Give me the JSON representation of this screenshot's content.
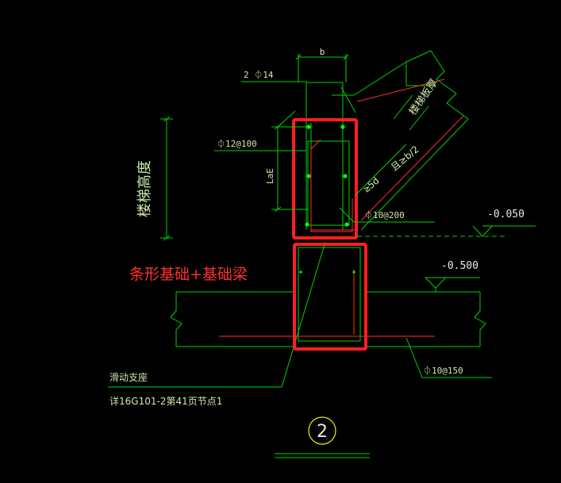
{
  "colors": {
    "background": "#000000",
    "geometry": "#00d400",
    "rebar": "#ff2a2a",
    "highlight": "#ff1f1f",
    "text_white": "#e8e8e8",
    "text_green": "#cfe9a8",
    "annotation_red": "#ff3030",
    "circle_yellow": "#f0f000"
  },
  "labels": {
    "dim_b": "b",
    "top_bars": "2 ⏀14",
    "stirrup_col": "⏀12@100",
    "lae": "LaE",
    "dist_bar": "⏀10@200",
    "anchor_5d": "≥5d",
    "anchor_b2": "且≥b/2",
    "stair_slab": "楼梯板厚",
    "stair_height": "楼梯高度",
    "level_top": "-0.050",
    "level_bottom": "-0.500",
    "red_annotation": "条形基础+基础梁",
    "beam_stirrup": "⏀10@150",
    "sliding_support": "滑动支座",
    "reference": "详16G101-2第41页节点1",
    "detail_number": "2"
  }
}
